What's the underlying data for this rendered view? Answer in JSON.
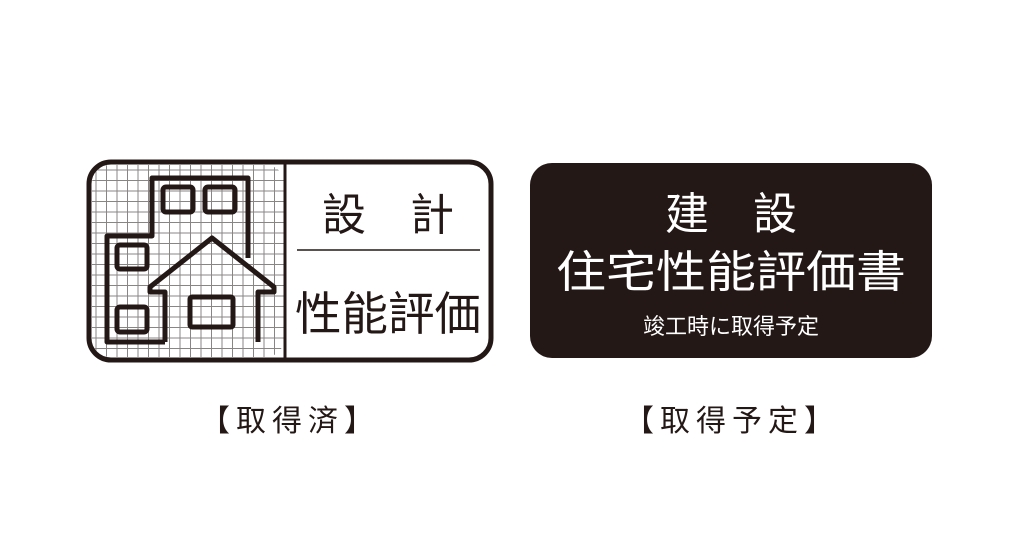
{
  "colors": {
    "ink": "#231815",
    "grid": "#8a8585",
    "paper": "#ffffff"
  },
  "design_badge": {
    "icon": "house-floorplan-grid-icon",
    "top_text": "設　計",
    "bottom_text": "性能評価",
    "caption": "【取得済】"
  },
  "construction_badge": {
    "line1": "建　設",
    "line2": "住宅性能評価書",
    "line3": "竣工時に取得予定",
    "caption": "【取得予定】"
  }
}
